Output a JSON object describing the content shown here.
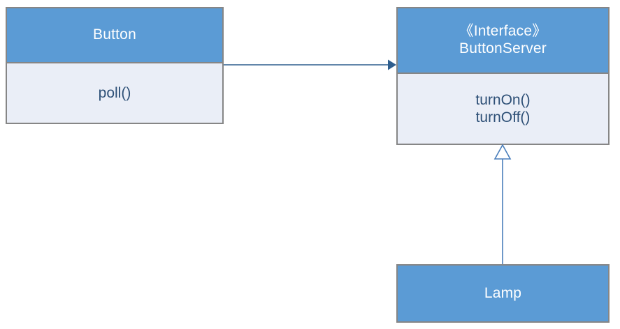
{
  "diagram": {
    "title": "Button / ButtonServer / Lamp UML class diagram",
    "type": "uml-class-diagram",
    "background_color": "#ffffff"
  },
  "palette": {
    "header_fill": "#5b9bd5",
    "body_fill": "#eaeef7",
    "box_border": "#868686",
    "header_text": "#ffffff",
    "body_text": "#2e5077",
    "dependency_arrow": "#2e5e8e",
    "inheritance_line": "#4a7ebb",
    "triangle_fill": "#ffffff"
  },
  "classes": {
    "button": {
      "name": "Button",
      "stereotype": "",
      "members": [
        "poll()"
      ]
    },
    "button_server": {
      "stereotype": "《Interface》",
      "name": "ButtonServer",
      "members": [
        "turnOn()",
        "turnOff()"
      ]
    },
    "lamp": {
      "name": "Lamp",
      "stereotype": "",
      "members": []
    }
  },
  "relationships": [
    {
      "id": "button-uses-buttonserver",
      "kind": "dependency",
      "from": "Button",
      "to": "ButtonServer",
      "label": ""
    },
    {
      "id": "lamp-implements-buttonserver",
      "kind": "realization",
      "from": "Lamp",
      "to": "ButtonServer",
      "label": ""
    }
  ]
}
